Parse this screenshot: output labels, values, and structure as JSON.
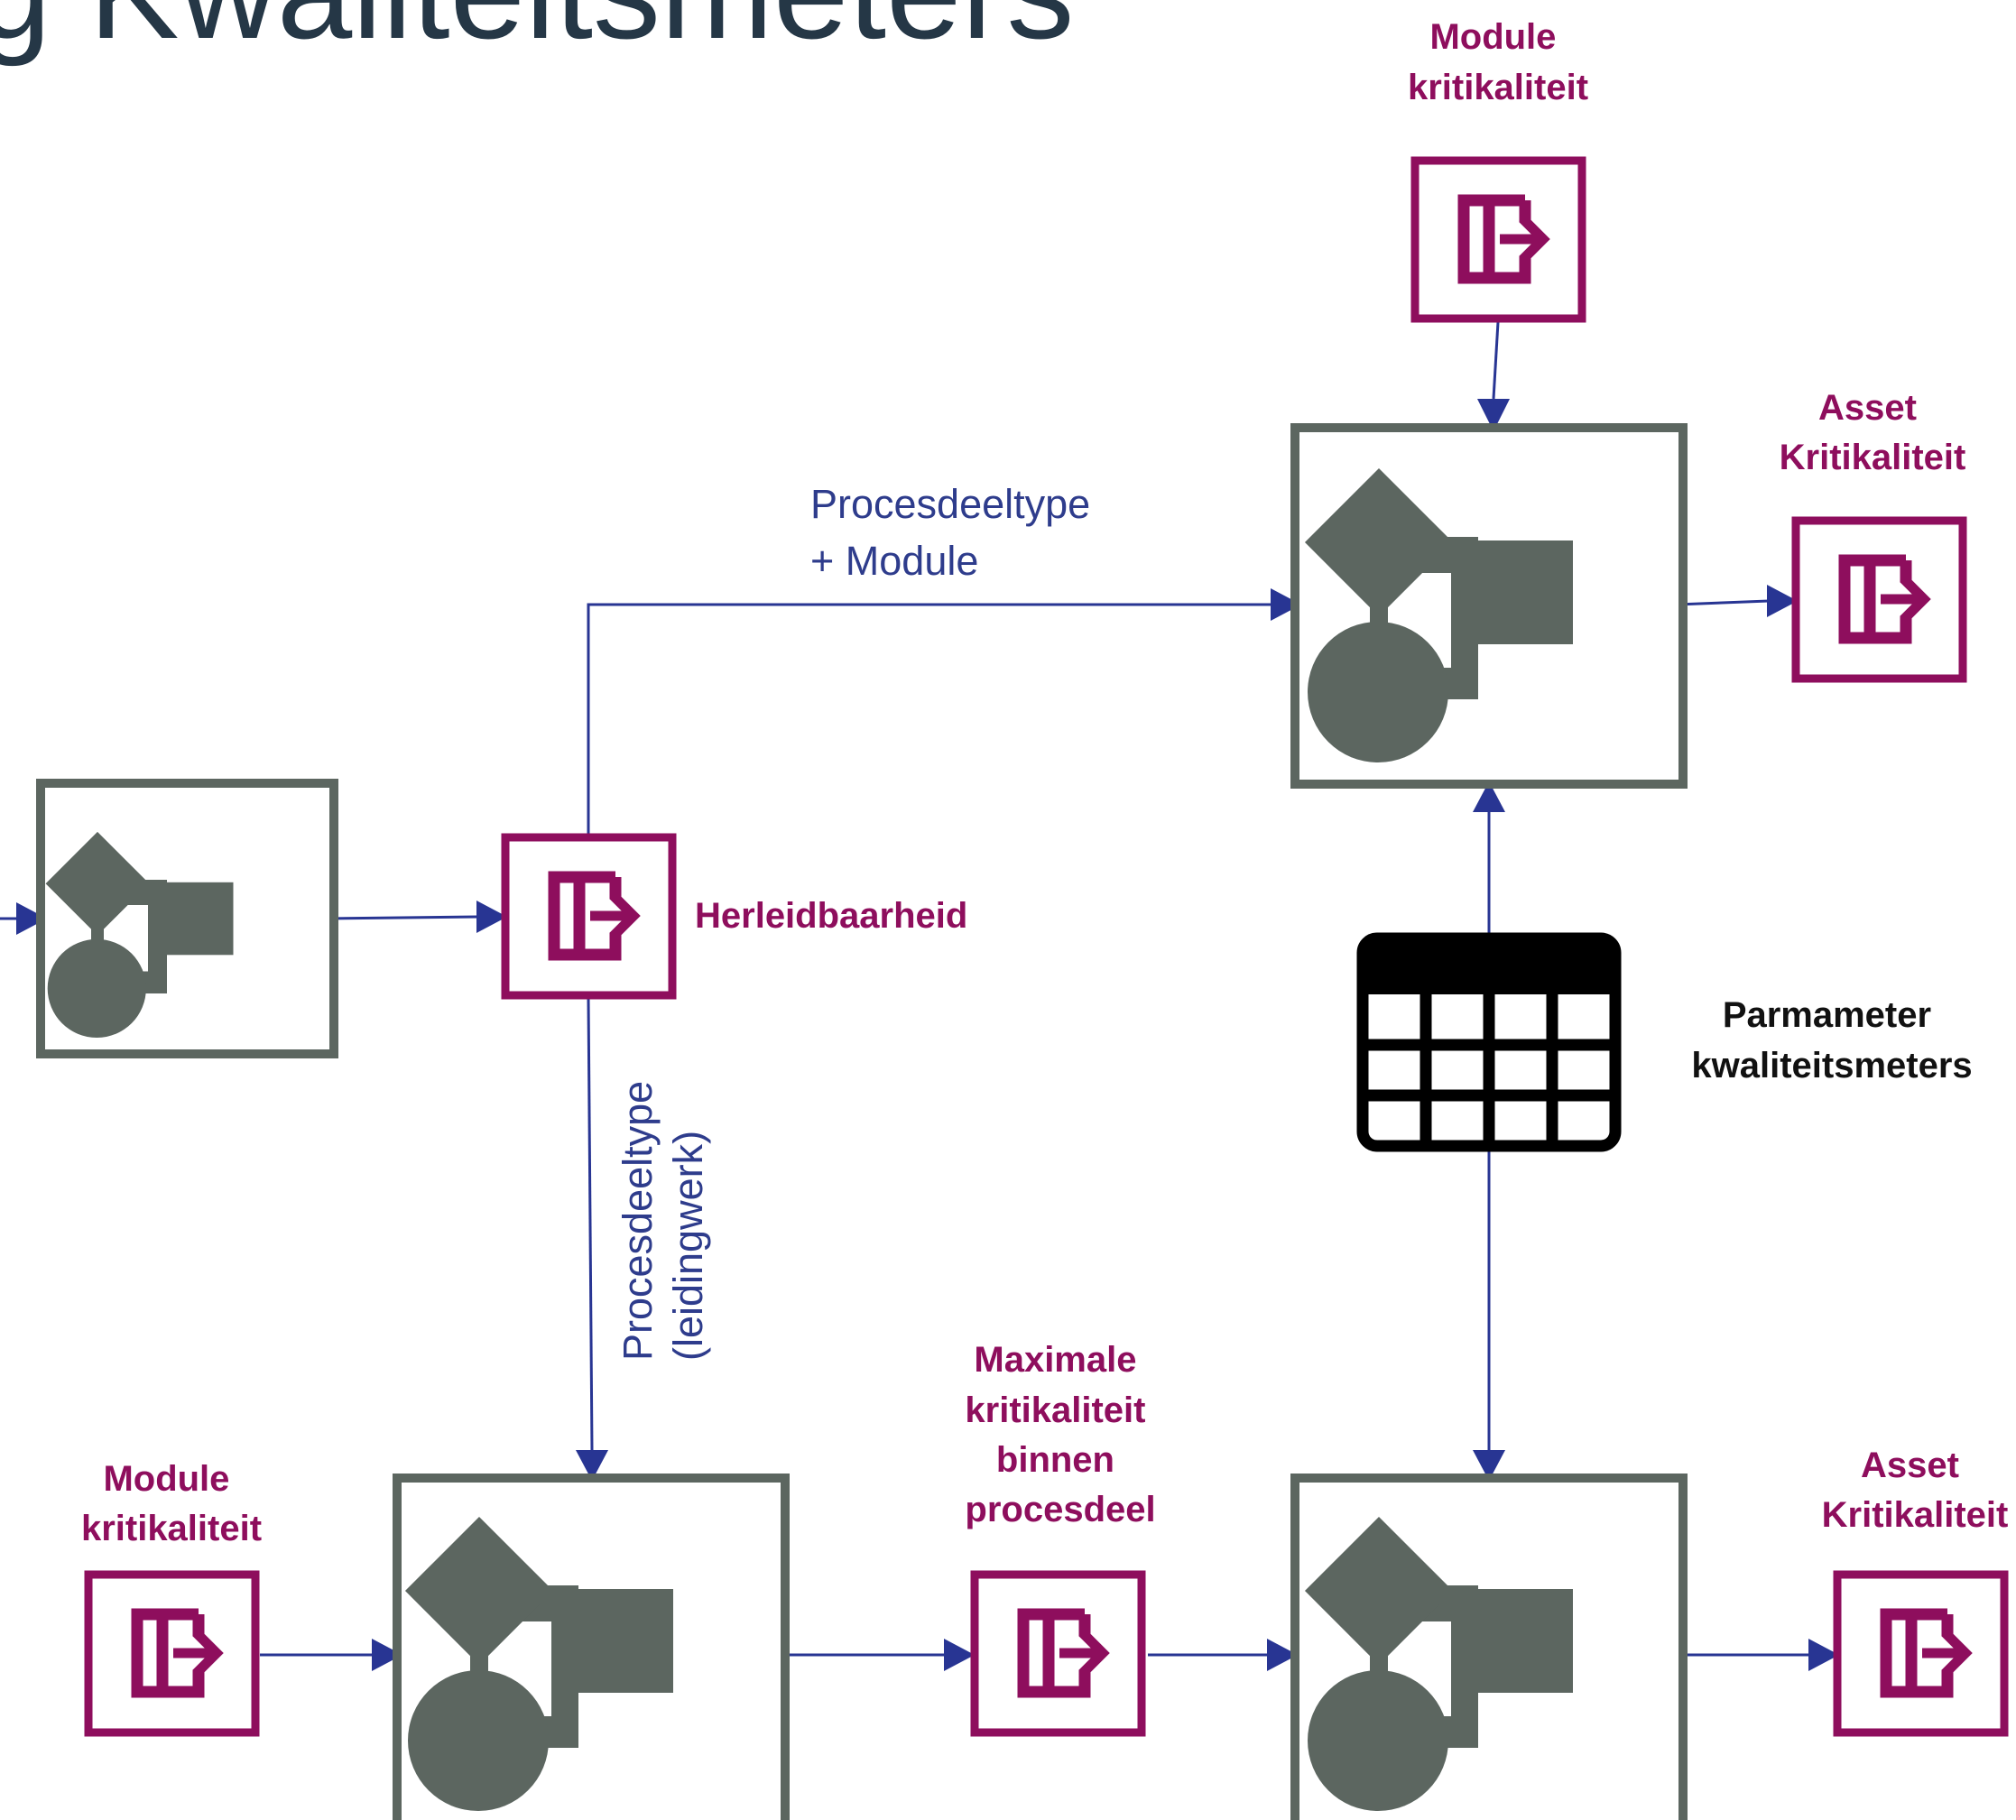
{
  "title": "ig Kwaliteitsmeters",
  "labels": {
    "top_module_kritikaliteit": [
      "Module",
      "kritikaliteit"
    ],
    "asset_kritikaliteit_top": [
      "Asset",
      "Kritikaliteit"
    ],
    "procesdeeltype_module": [
      "Procesdeeltype",
      "+ Module"
    ],
    "herleidbaarheid": "Herleidbaarheid",
    "procesdeeltype_leidingwerk": [
      "Procesdeeltype",
      "(leidingwerk)"
    ],
    "parameter_kwaliteitsmeters": [
      "Parmameter",
      "kwaliteitsmeters"
    ],
    "bottom_module_kritikaliteit": [
      "Module",
      "kritikaliteit"
    ],
    "maximale_kritikaliteit": [
      "Maximale",
      "kritikaliteit",
      "binnen",
      "procesdeel"
    ],
    "asset_kritikaliteit_bottom": [
      "Asset",
      "Kritikaliteit"
    ]
  },
  "colors": {
    "title": "#253746",
    "export_tool": "#8e0e5d",
    "module_tool": "#5c6660",
    "connector": "#283593",
    "flow_label": "#2e3c8c",
    "parameter_table": "#000000"
  },
  "icons": {
    "module": "macro-module-icon",
    "export": "export-data-icon",
    "table": "table-icon"
  }
}
